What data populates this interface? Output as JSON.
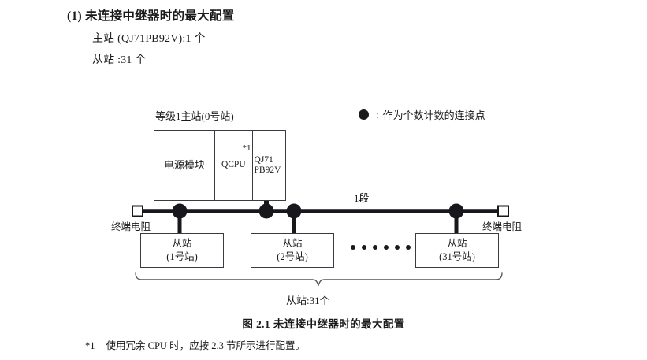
{
  "heading": {
    "number": "(1)",
    "text": "未连接中继器时的最大配置"
  },
  "specs": {
    "master": "主站 (QJ71PB92V):1 个",
    "slave": "从站 :31 个"
  },
  "legend": {
    "symbol_name": "filled-circle-icon",
    "colon": ":",
    "text": "作为个数计数的连接点"
  },
  "rack": {
    "title": "等级1主站(0号站)",
    "cells": [
      {
        "label": "电源模块",
        "name": "power-module"
      },
      {
        "label": "QCPU",
        "name": "qcpu-module",
        "footnote_mark": "*1"
      },
      {
        "label": "QJ71\nPB92V",
        "name": "qj71pb92v-module"
      }
    ]
  },
  "bus": {
    "segment_label": "1段",
    "terminator_left_label": "终端电阻",
    "terminator_right_label": "终端电阻"
  },
  "slaves": [
    {
      "title": "从站",
      "station": "(1号站)"
    },
    {
      "title": "从站",
      "station": "(2号站)"
    },
    {
      "title": "从站",
      "station": "(31号站)"
    }
  ],
  "ellipsis_dot_count": 6,
  "brace": {
    "label": "从站:31个"
  },
  "caption": "图 2.1  未连接中继器时的最大配置",
  "footnote": {
    "mark": "*1",
    "text": "使用冗余 CPU 时，应按 2.3 节所示进行配置。"
  },
  "colors": {
    "ink": "#1a1a1a",
    "line": "#3a3a42",
    "bus": "#17171c",
    "brace": "#55555d"
  }
}
